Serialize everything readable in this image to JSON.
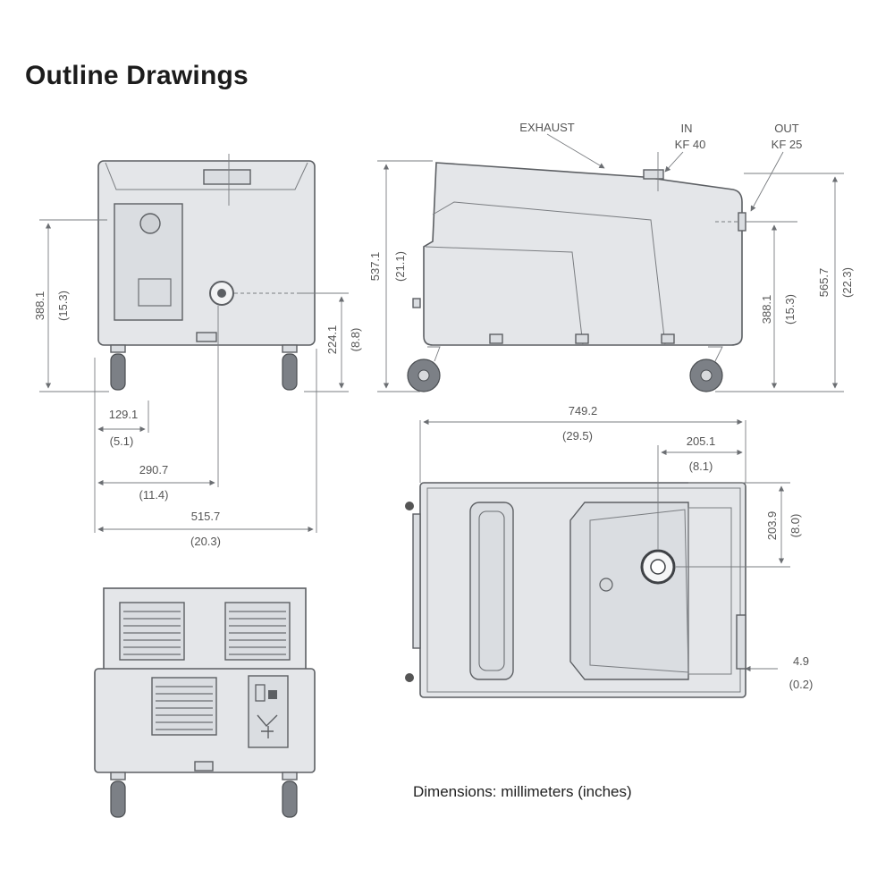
{
  "title": "Outline Drawings",
  "caption": "Dimensions: millimeters (inches)",
  "front_view": {
    "dim_height_mm": "388.1",
    "dim_height_in": "(15.3)",
    "dim_port_height_mm": "224.1",
    "dim_port_height_in": "(8.8)",
    "dim_offset_mm": "129.1",
    "dim_offset_in": "(5.1)",
    "dim_port_x_mm": "290.7",
    "dim_port_x_in": "(11.4)",
    "dim_width_mm": "515.7",
    "dim_width_in": "(20.3)"
  },
  "side_view": {
    "label_handle": "EXHAUST",
    "label_in": "IN",
    "label_in_size": "KF 40",
    "label_out": "OUT",
    "label_out_size": "KF 25",
    "dim_total_mm": "537.1",
    "dim_total_in": "(21.1)",
    "dim_port_mm": "388.1",
    "dim_port_in": "(15.3)",
    "dim_right_mm": "565.7",
    "dim_right_in": "(22.3)"
  },
  "top_view": {
    "dim_length_mm": "749.2",
    "dim_length_in": "(29.5)",
    "dim_inlet_x_mm": "205.1",
    "dim_inlet_x_in": "(8.1)",
    "dim_inlet_y_mm": "203.9",
    "dim_inlet_y_in": "(8.0)",
    "dim_edge_mm": "4.9",
    "dim_edge_in": "(0.2)"
  }
}
